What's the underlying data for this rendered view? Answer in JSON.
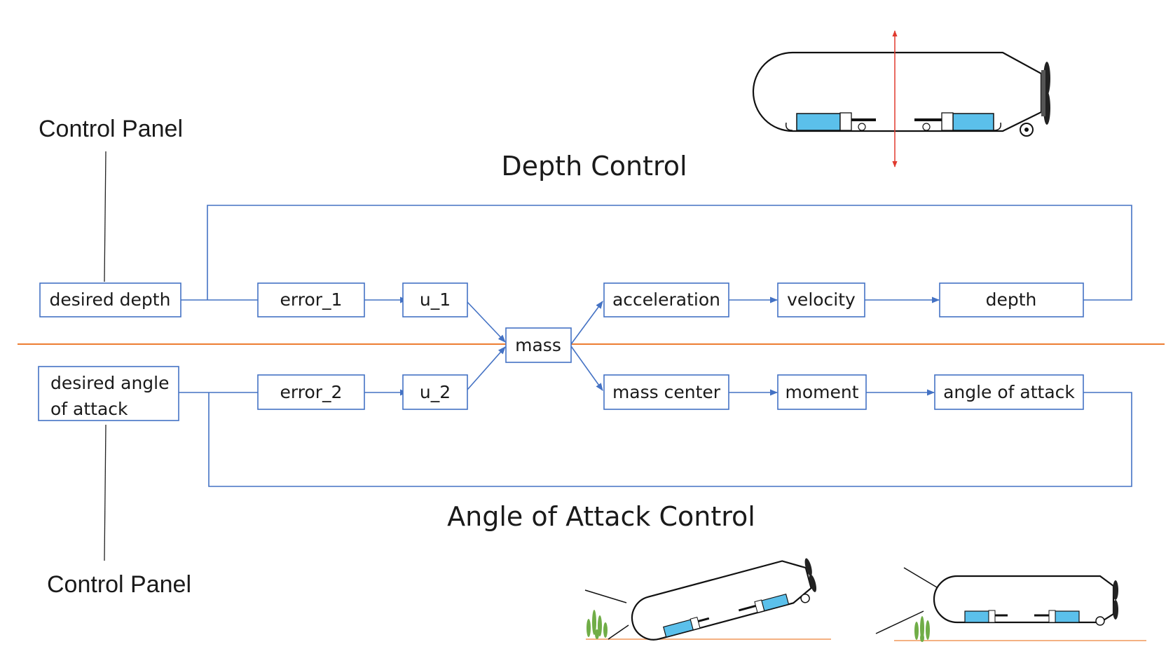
{
  "titles": {
    "depth": "Depth Control",
    "angle": "Angle of Attack Control"
  },
  "control_panel": {
    "top": "Control Panel",
    "bottom": "Control Panel"
  },
  "depth_loop": {
    "input": "desired depth",
    "error": "error_1",
    "u": "u_1",
    "acceleration": "acceleration",
    "velocity": "velocity",
    "output": "depth"
  },
  "shared": {
    "mass": "mass"
  },
  "angle_loop": {
    "input_line1": "desired angle",
    "input_line2": "of attack",
    "error": "error_2",
    "u": "u_2",
    "mass_center": "mass center",
    "moment": "moment",
    "output": "angle of attack"
  },
  "colors": {
    "flow": "#4472c4",
    "divider": "#ed7d31",
    "depth_arrow": "#e03a2e",
    "ballast": "#5bc0eb",
    "seaweed": "#70ad47",
    "seabed": "#f4b183"
  }
}
